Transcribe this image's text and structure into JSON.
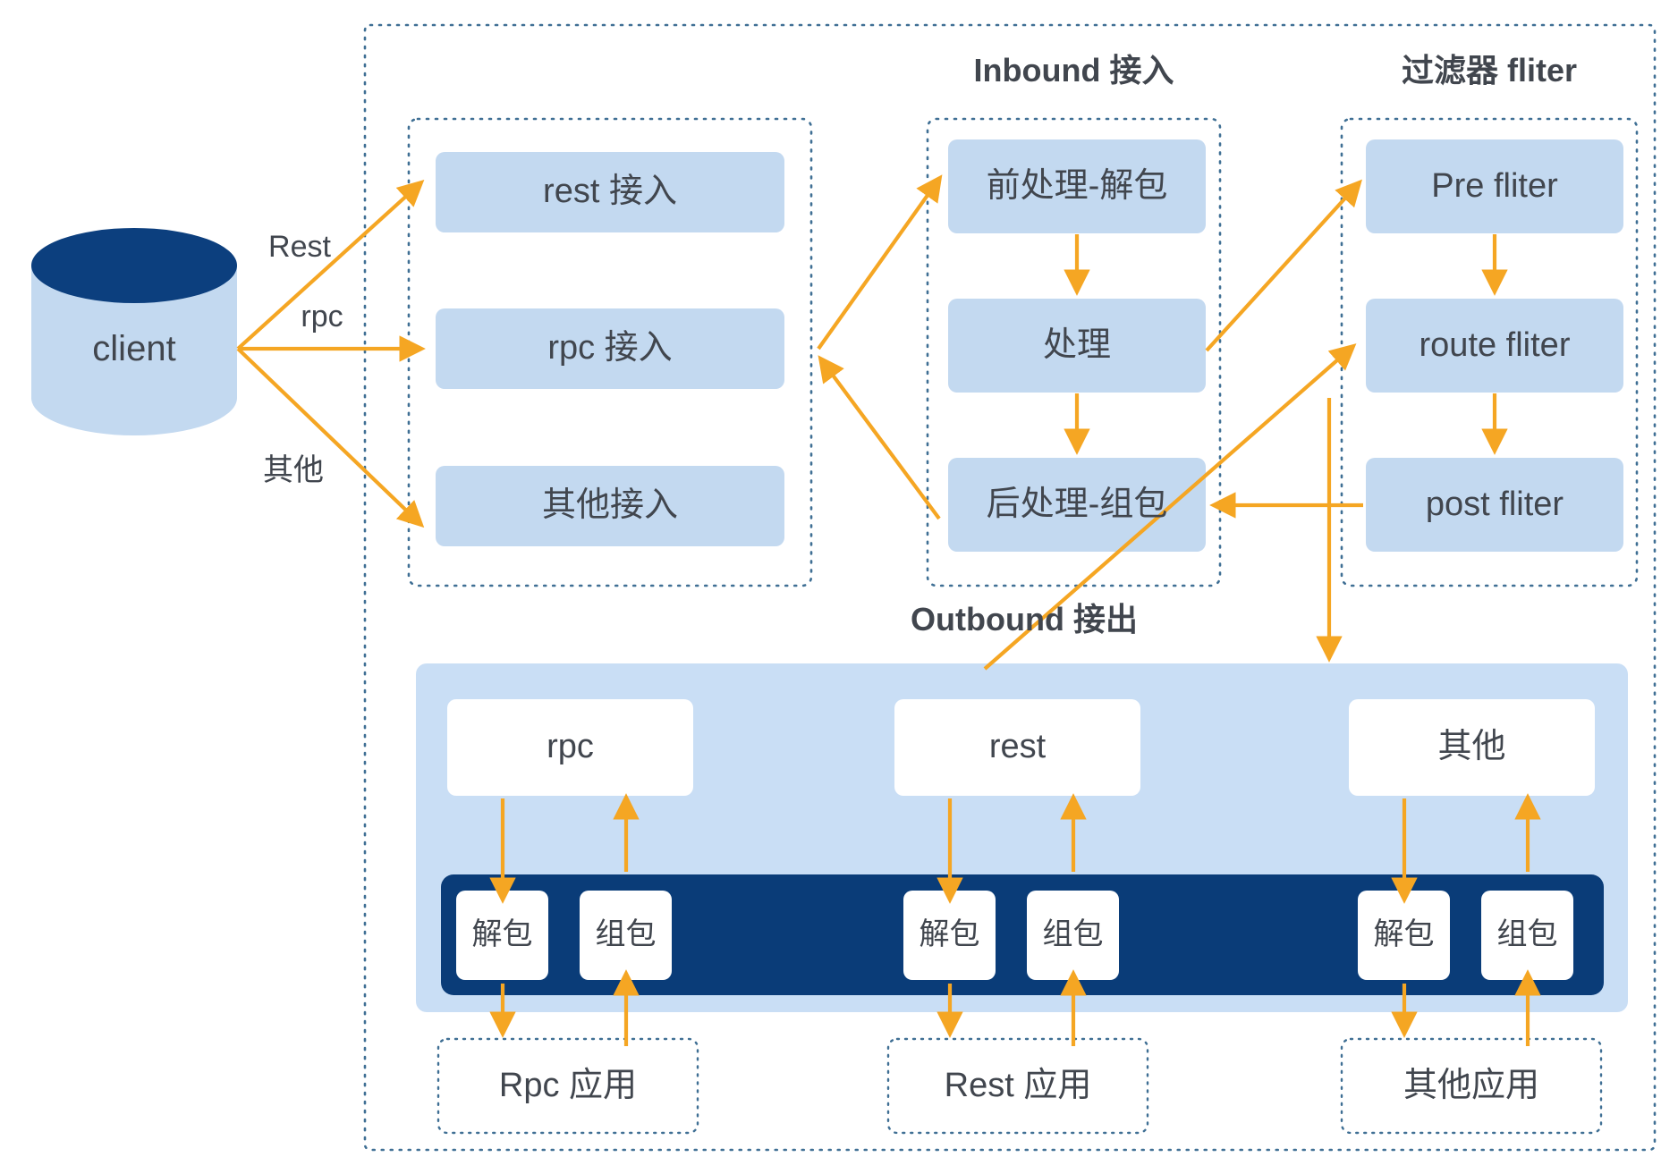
{
  "diagram": {
    "type": "architecture-flow",
    "colors": {
      "arrow": "#f5a623",
      "box_fill": "#c3d9f0",
      "box_fill_light": "#ffffff",
      "panel_fill": "#c9def5",
      "dark_bar": "#0a3c78",
      "cylinder_top": "#0c3f7e",
      "cylinder_body": "#c3d9f0",
      "dotted_border": "#3f6f94",
      "text": "#41464e"
    },
    "client": {
      "label": "client"
    },
    "edge_labels": {
      "rest": "Rest",
      "rpc": "rpc",
      "other": "其他"
    },
    "groups": {
      "accessors": {
        "items": [
          {
            "label": "rest 接入"
          },
          {
            "label": "rpc 接入"
          },
          {
            "label": "其他接入"
          }
        ]
      },
      "inbound": {
        "title": "Inbound 接入",
        "items": [
          {
            "label": "前处理-解包"
          },
          {
            "label": "处理"
          },
          {
            "label": "后处理-组包"
          }
        ]
      },
      "filter": {
        "title": "过滤器 fliter",
        "items": [
          {
            "label": "Pre fliter"
          },
          {
            "label": "route fliter"
          },
          {
            "label": "post fliter"
          }
        ]
      },
      "outbound": {
        "title": "Outbound 接出",
        "protocols": [
          {
            "label": "rpc"
          },
          {
            "label": "rest"
          },
          {
            "label": "其他"
          }
        ],
        "codec": [
          {
            "unpack": "解包",
            "pack": "组包"
          },
          {
            "unpack": "解包",
            "pack": "组包"
          },
          {
            "unpack": "解包",
            "pack": "组包"
          }
        ],
        "apps": [
          {
            "label": "Rpc 应用"
          },
          {
            "label": "Rest 应用"
          },
          {
            "label": "其他应用"
          }
        ]
      }
    }
  }
}
